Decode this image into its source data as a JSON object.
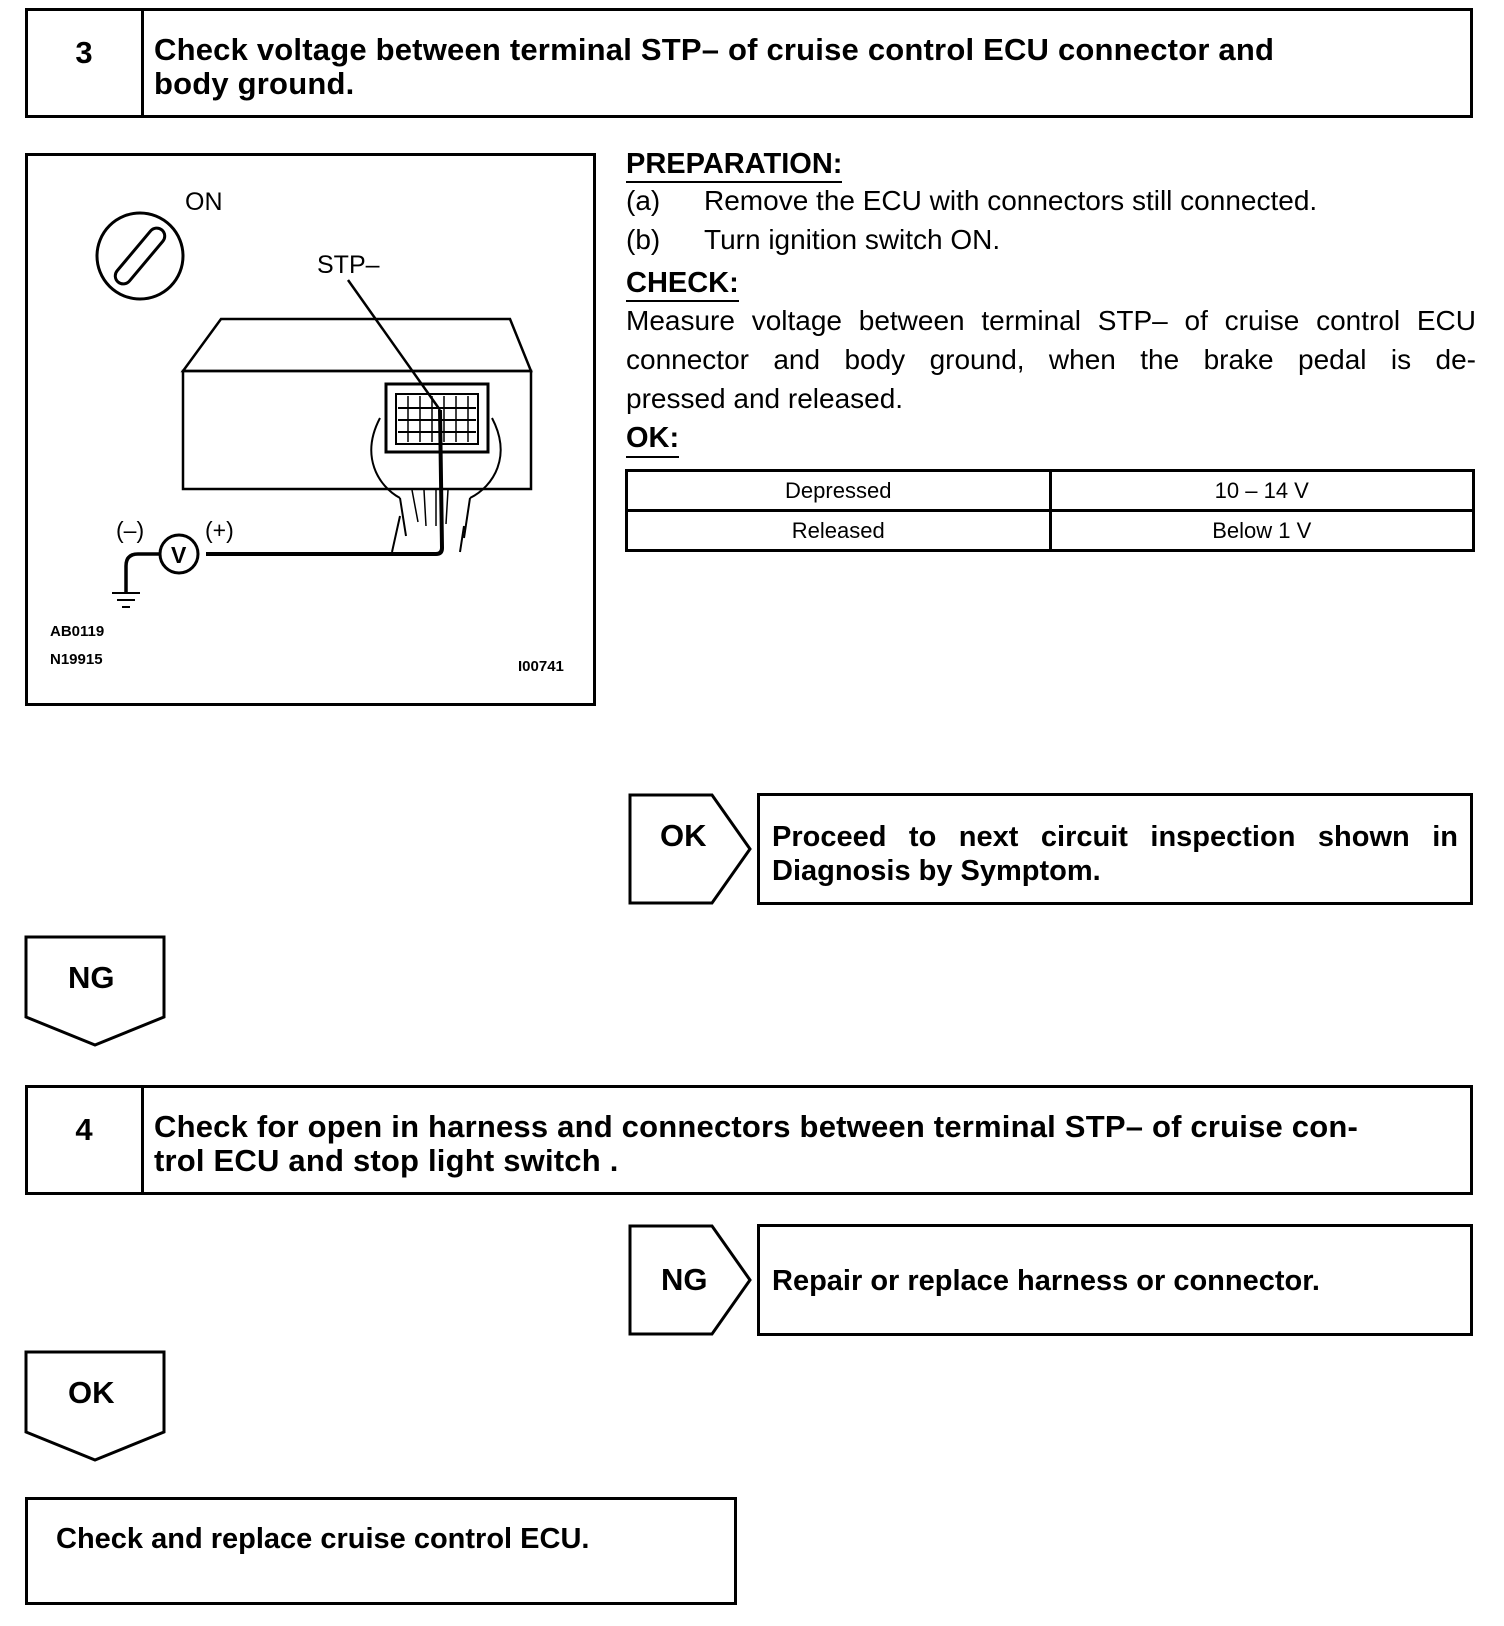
{
  "step3": {
    "number": "3",
    "title_line1": "Check voltage between terminal STP–  of cruise control ECU connector and",
    "title_line2": "body ground."
  },
  "figure": {
    "label_on": "ON",
    "label_terminal": "STP–",
    "label_minus": "(–)",
    "label_plus": "(+)",
    "label_voltmeter": "V",
    "code1": "AB0119",
    "code2": "N19915",
    "code3": "I00741"
  },
  "preparation": {
    "heading": "PREPARATION:",
    "items": [
      {
        "marker": "(a)",
        "text": "Remove the ECU with connectors still connected."
      },
      {
        "marker": "(b)",
        "text": "Turn ignition switch ON."
      }
    ]
  },
  "check": {
    "heading": "CHECK:",
    "line1": "Measure voltage between terminal STP– of cruise control ECU",
    "line2": "connector and body ground, when the brake pedal is de-",
    "line3": "pressed and released."
  },
  "ok_spec": {
    "heading": "OK:",
    "rows": [
      {
        "condition": "Depressed",
        "value": "10 – 14 V"
      },
      {
        "condition": "Released",
        "value": "Below 1 V"
      }
    ]
  },
  "step3_ok_branch": {
    "tag": "OK",
    "line1": "Proceed  to  next  circuit  inspection  shown  in",
    "line2": "Diagnosis by Symptom."
  },
  "step3_ng_flow": {
    "tag": "NG"
  },
  "step4": {
    "number": "4",
    "title_line1": "Check for open in harness and connectors between terminal STP– of cruise con-",
    "title_line2": "trol ECU and stop light switch ."
  },
  "step4_ng_branch": {
    "tag": "NG",
    "text": "Repair or replace harness or connector."
  },
  "step4_ok_flow": {
    "tag": "OK"
  },
  "final": {
    "text": "Check and replace cruise control ECU."
  }
}
